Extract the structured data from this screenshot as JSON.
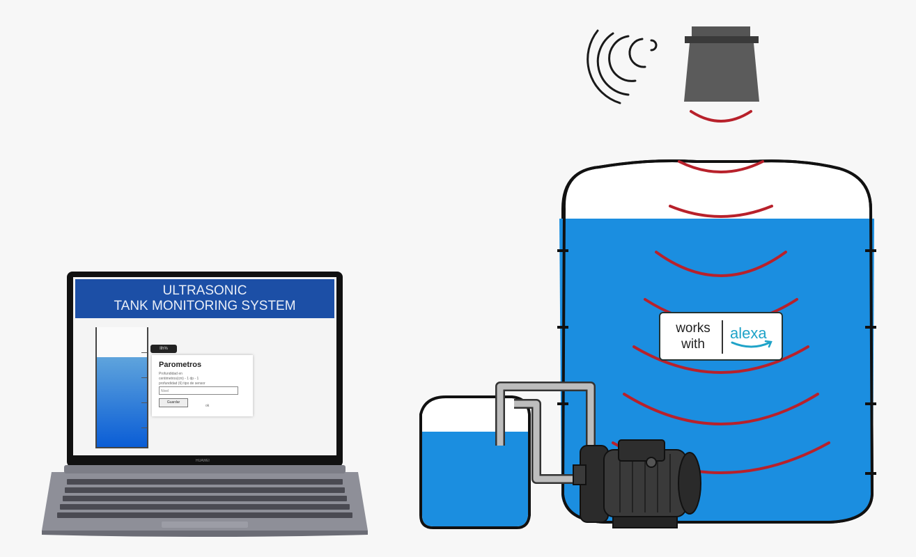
{
  "laptop_screen": {
    "title_line1": "ULTRASONIC",
    "title_line2": "TANK MONITORING SYSTEM",
    "level_badge": "Ilh%",
    "panel_title": "Parometros",
    "panel_line1": "Profundidad en",
    "panel_line2": "centimetros(cm) - 1 dp - 1",
    "panel_line3": "profundidad (6) tipo de sensor",
    "input_value": "Nivel",
    "button_label": "Guardar",
    "link_text": "ok",
    "bezel_brand": "HUAWEI",
    "tank_level_fraction": 0.75
  },
  "alexa_badge": {
    "works": "works",
    "with": "with",
    "brand": "alexa"
  },
  "colors": {
    "water": "#1b8ee0",
    "banner": "#1c4fa6",
    "wave": "#b8212b",
    "sensor": "#5b5b5b",
    "alexa": "#1fa3c8"
  }
}
